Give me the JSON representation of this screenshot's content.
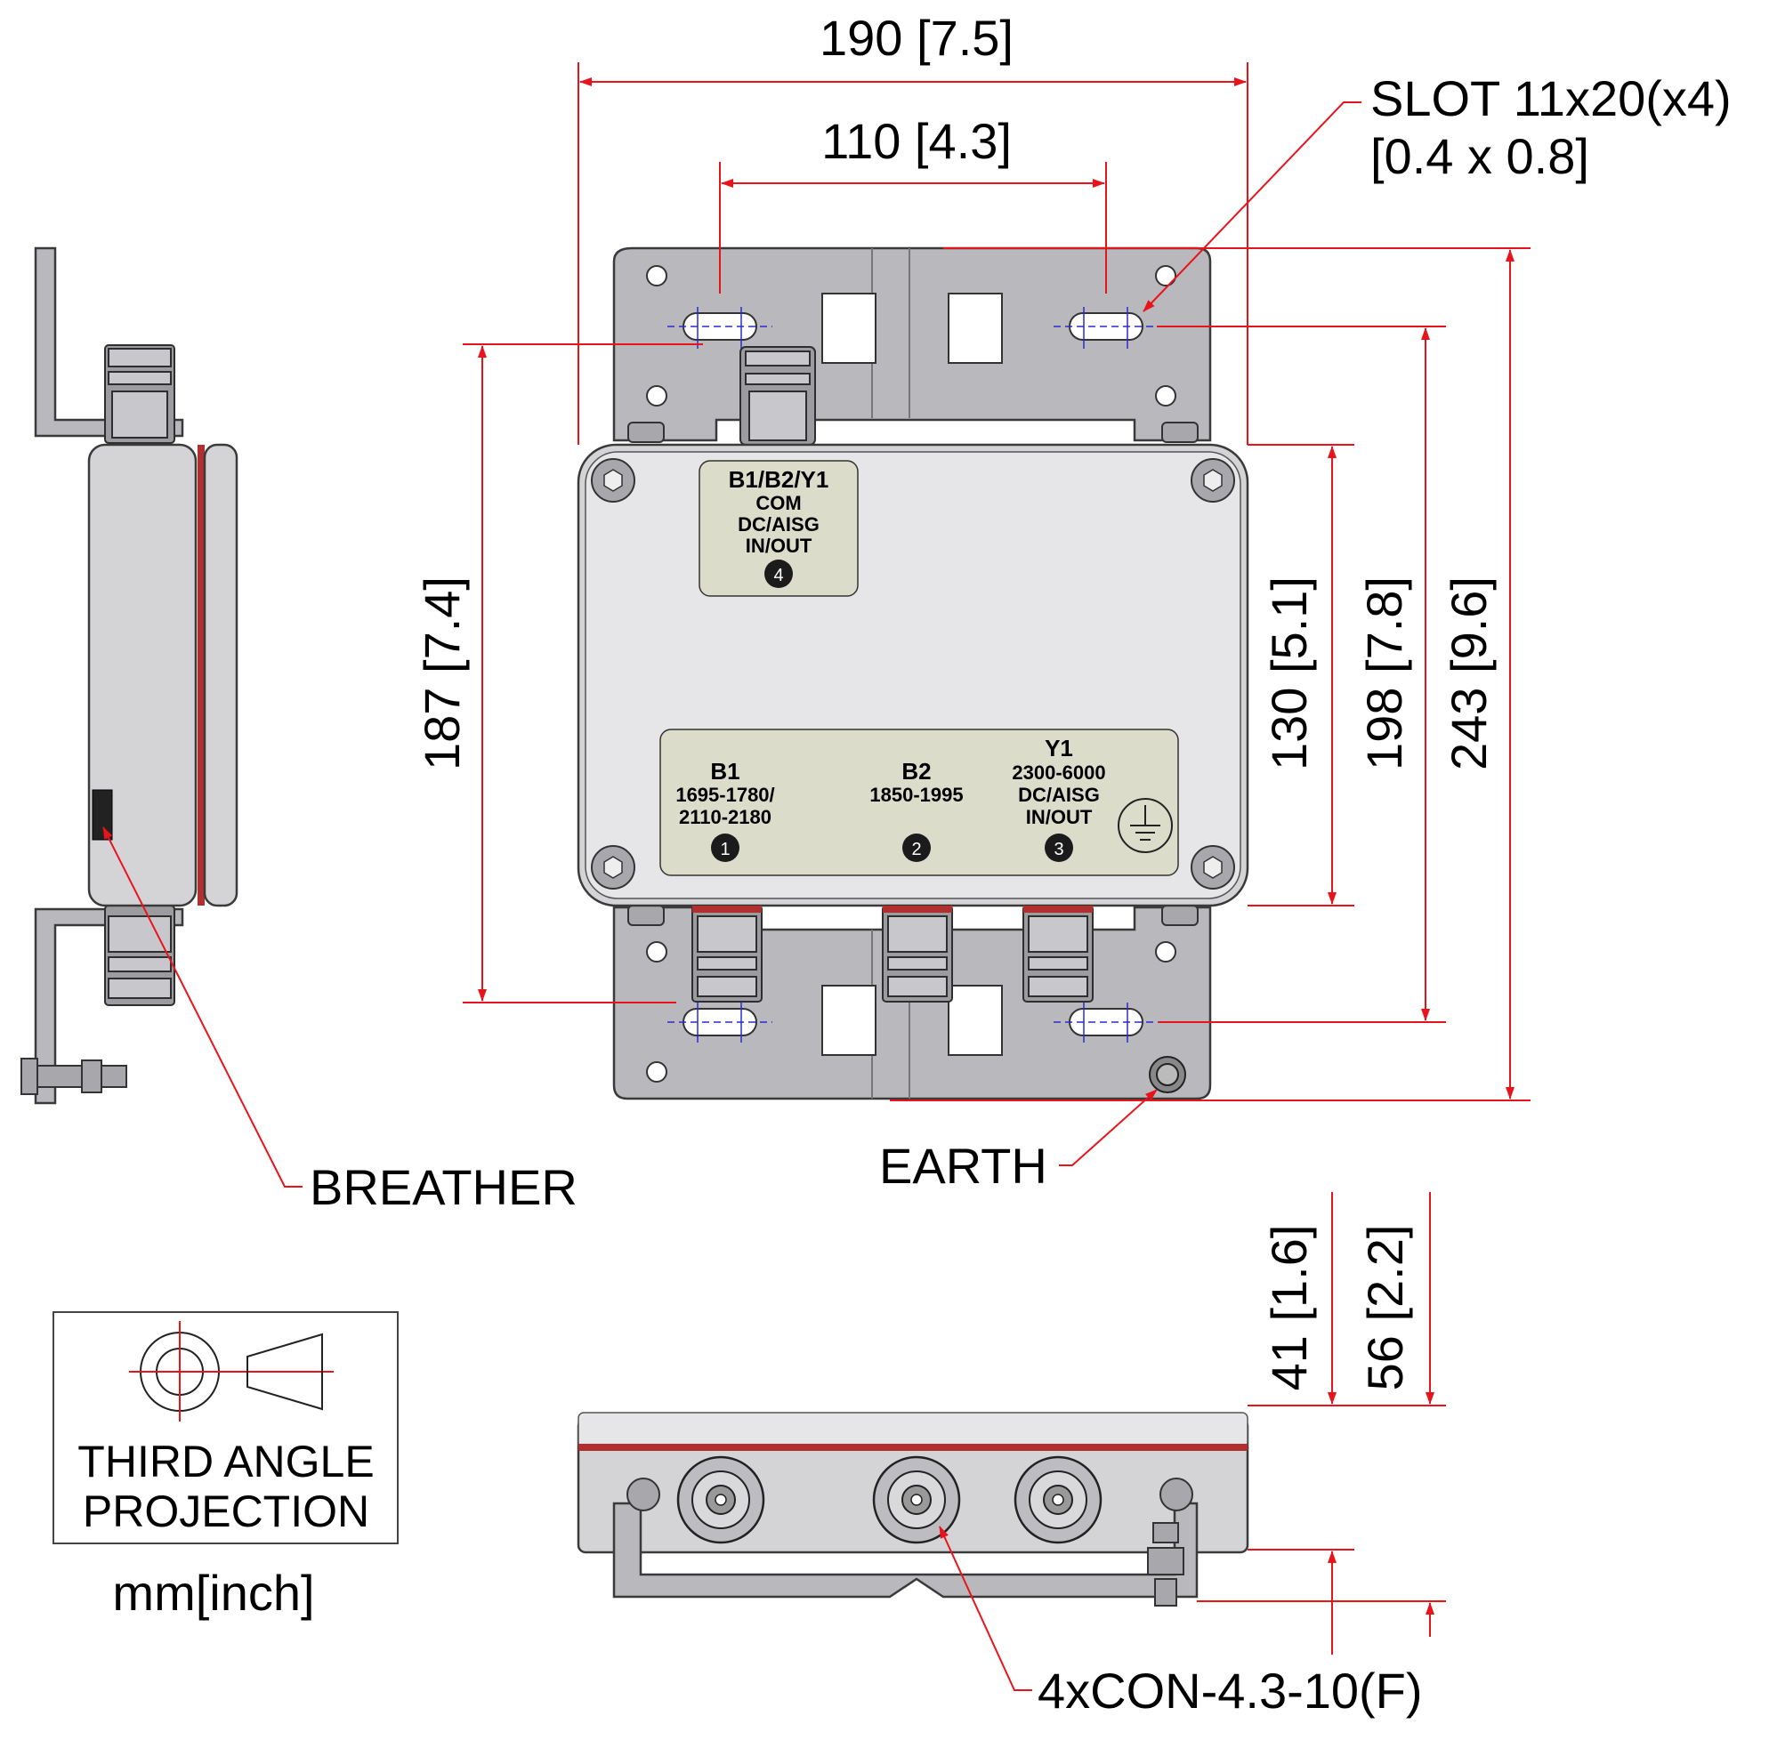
{
  "dimensions": {
    "overall_width": "190 [7.5]",
    "slot_spacing": "110 [4.3]",
    "slot_vertical_spacing": "187 [7.4]",
    "box_height": "130 [5.1]",
    "box_with_connectors": "198 [7.8]",
    "overall_height": "243 [9.6]",
    "box_depth": "41 [1.6]",
    "overall_depth": "56 [2.2]"
  },
  "callouts": {
    "slot_line1": "SLOT 11x20(x4)",
    "slot_line2": "[0.4 x 0.8]",
    "earth": "EARTH",
    "breather": "BREATHER",
    "connectors": "4xCON-4.3-10(F)"
  },
  "top_label": {
    "line1": "B1/B2/Y1",
    "line2": "COM",
    "line3": "DC/AISG",
    "line4": "IN/OUT",
    "port": "4"
  },
  "ports": [
    {
      "name": "B1",
      "freq1": "1695-1780/",
      "freq2": "2110-2180",
      "extra1": "",
      "extra2": "",
      "port": "1"
    },
    {
      "name": "B2",
      "freq1": "1850-1995",
      "freq2": "",
      "extra1": "",
      "extra2": "",
      "port": "2"
    },
    {
      "name": "Y1",
      "freq1": "2300-6000",
      "freq2": "",
      "extra1": "DC/AISG",
      "extra2": "IN/OUT",
      "port": "3"
    }
  ],
  "ground_symbol_icon": "earth-ground-icon",
  "projection_box": {
    "line1": "THIRD ANGLE",
    "line2": "PROJECTION",
    "units": "mm[inch]"
  },
  "colors": {
    "dimension_lines": "#e8141c",
    "centerlines": "#2a2ad0",
    "housing": "#d4d4d6",
    "bracket": "#b9b9bd",
    "label": "#dcdccb"
  }
}
